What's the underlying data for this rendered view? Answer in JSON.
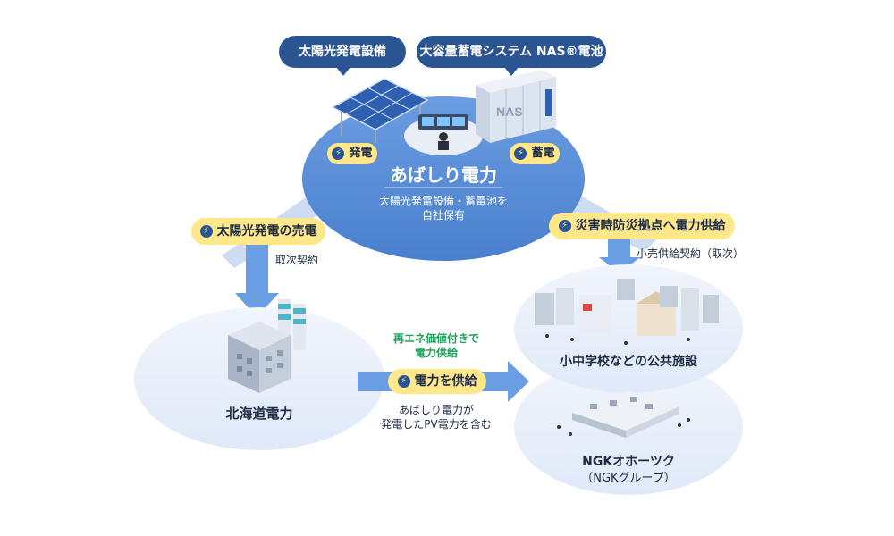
{
  "top_labels": {
    "solar": "太陽光発電設備",
    "nas": "大容量蓄電システム NAS®電池"
  },
  "center": {
    "title": "あばしり電力",
    "subtitle_line1": "太陽光発電設備・蓄電池を",
    "subtitle_line2": "自社保有",
    "badge_generation": "発電",
    "badge_storage": "蓄電",
    "nas_cabinet_text": "NAS"
  },
  "left_flow": {
    "badge": "太陽光発電の売電",
    "note": "取次契約"
  },
  "right_flow": {
    "badge": "災害時防災拠点へ電力供給",
    "note": "小売供給契約（取次）"
  },
  "hokkaido": {
    "name": "北海道電力"
  },
  "supply": {
    "note_top_line1": "再エネ価値付きで",
    "note_top_line2": "電力供給",
    "badge": "電力を供給",
    "note_bottom_line1": "あばしり電力が",
    "note_bottom_line2": "発電したPV電力を含む"
  },
  "public": {
    "name": "小中学校などの公共施設"
  },
  "ngk": {
    "name": "NGKオホーツク",
    "sub": "（NGKグループ）"
  },
  "colors": {
    "pill_dark": "#2b5493",
    "pill_yellow": "#ffe78a",
    "center_disc": "#5a8fd8",
    "light_disc": "#e8f0fb",
    "arrow": "#6a9ee4",
    "green_text": "#20a15a"
  },
  "icons": {
    "lightning": "lightning-bolt-icon"
  }
}
